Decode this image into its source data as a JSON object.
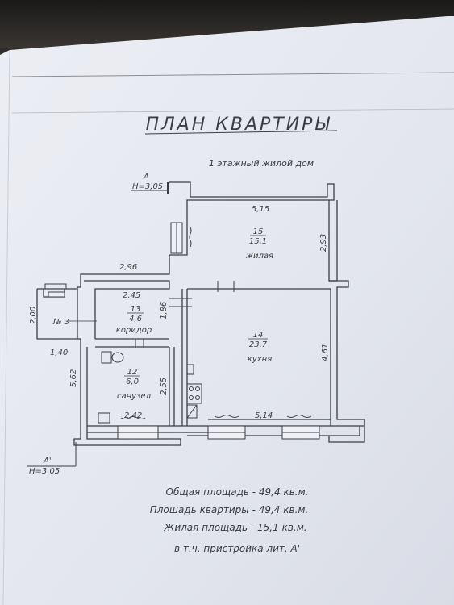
{
  "title": "ПЛАН  КВАРТИРЫ",
  "subtitle": "1 этажный жилой дом",
  "section_marks": {
    "top": {
      "letter": "А",
      "height": "Н=3,05"
    },
    "bottom": {
      "letter": "А'",
      "height": "Н=3,05"
    }
  },
  "dimensions": {
    "living_width": "5,15",
    "living_height": "2,93",
    "corridor_top": "2,96",
    "corridor_width": "2,45",
    "porch_height": "2,00",
    "porch_width": "1,40",
    "corridor_height": "1,86",
    "bath_outer": "5,62",
    "bath_height": "2,55",
    "bath_width": "2,42",
    "kitchen_width": "5,14",
    "kitchen_height": "4,61"
  },
  "rooms": [
    {
      "number": "15",
      "area": "15,1",
      "name": "жилая"
    },
    {
      "number": "13",
      "area": "4,6",
      "name": "коридор"
    },
    {
      "number": "14",
      "area": "23,7",
      "name": "кухня"
    },
    {
      "number": "12",
      "area": "6,0",
      "name": "санузел"
    }
  ],
  "porch_label": "№ 3",
  "summary": [
    "Общая площадь - 49,4 кв.м.",
    "Площадь квартиры - 49,4 кв.м.",
    "Жилая площадь - 15,1 кв.м.",
    "в т.ч. пристройка лит. А'"
  ],
  "colors": {
    "paper": "#e4e7ef",
    "ink": "#3b3d45",
    "desk": "#2f2d2b"
  }
}
